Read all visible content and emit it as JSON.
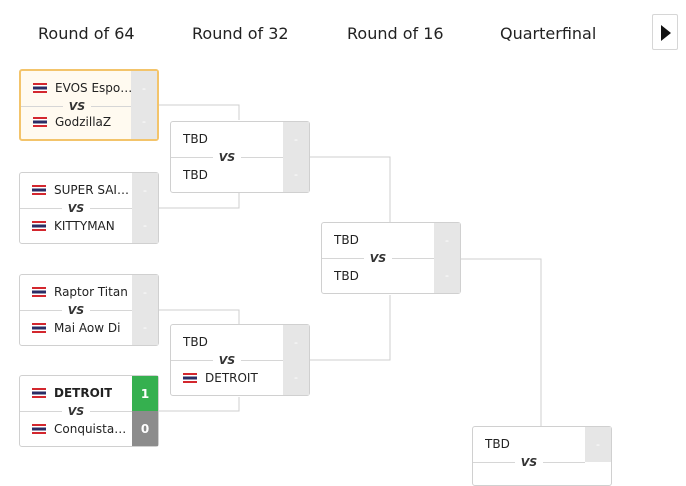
{
  "rounds": [
    "Round of 64",
    "Round of 32",
    "Round of 16",
    "Quarterfinal"
  ],
  "vs_label": "VS",
  "r64": [
    {
      "top": {
        "name": "EVOS Esports",
        "score": "-"
      },
      "bottom": {
        "name": "GodzillaZ",
        "score": "-"
      }
    },
    {
      "top": {
        "name": "SUPER SAIYAN",
        "score": "-"
      },
      "bottom": {
        "name": "KITTYMAN",
        "score": "-"
      }
    },
    {
      "top": {
        "name": "Raptor Titan",
        "score": "-"
      },
      "bottom": {
        "name": "Mai Aow Di",
        "score": "-"
      }
    },
    {
      "top": {
        "name": "DETROIT",
        "score": "1"
      },
      "bottom": {
        "name": "Conquistadors",
        "score": "0"
      }
    }
  ],
  "r32": [
    {
      "top": {
        "name": "TBD",
        "score": "-"
      },
      "bottom": {
        "name": "TBD",
        "score": "-"
      }
    },
    {
      "top": {
        "name": "TBD",
        "score": "-"
      },
      "bottom": {
        "name": "DETROIT",
        "score": "-"
      }
    }
  ],
  "r16": [
    {
      "top": {
        "name": "TBD",
        "score": "-"
      },
      "bottom": {
        "name": "TBD",
        "score": "-"
      }
    }
  ],
  "qf": [
    {
      "top": {
        "name": "TBD",
        "score": "-"
      }
    }
  ],
  "colors": {
    "win": "#35b04f",
    "loss": "#8c8c8c",
    "highlight": "#f3c46b",
    "flag": "thailand-flag"
  }
}
